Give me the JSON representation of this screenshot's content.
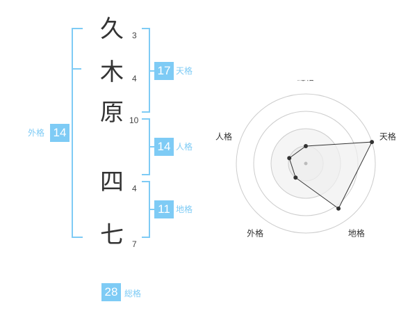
{
  "colors": {
    "accent": "#7ecbf5",
    "label_text": "#7ecbf5",
    "text": "#333333",
    "radar_fill": "#f0f0f0",
    "radar_stroke": "#333333",
    "ring": "#cccccc"
  },
  "name": {
    "surname": [
      {
        "char": "久",
        "strokes": "3"
      },
      {
        "char": "木",
        "strokes": "4"
      },
      {
        "char": "原",
        "strokes": "10"
      }
    ],
    "given": [
      {
        "char": "四",
        "strokes": "4"
      },
      {
        "char": "七",
        "strokes": "7"
      }
    ]
  },
  "fortunes": {
    "tenkaku": {
      "value": "17",
      "label": "天格"
    },
    "jinkaku": {
      "value": "14",
      "label": "人格"
    },
    "chikaku": {
      "value": "11",
      "label": "地格"
    },
    "gaikaku": {
      "value": "14",
      "label": "外格"
    },
    "soukaku": {
      "value": "28",
      "label": "総格"
    }
  },
  "chart_data": {
    "type": "radar",
    "axes": [
      "総格",
      "天格",
      "地格",
      "外格",
      "人格"
    ],
    "values": [
      0.25,
      1.0,
      0.8,
      0.25,
      0.25
    ],
    "range": [
      0,
      1
    ],
    "rings": 4
  }
}
